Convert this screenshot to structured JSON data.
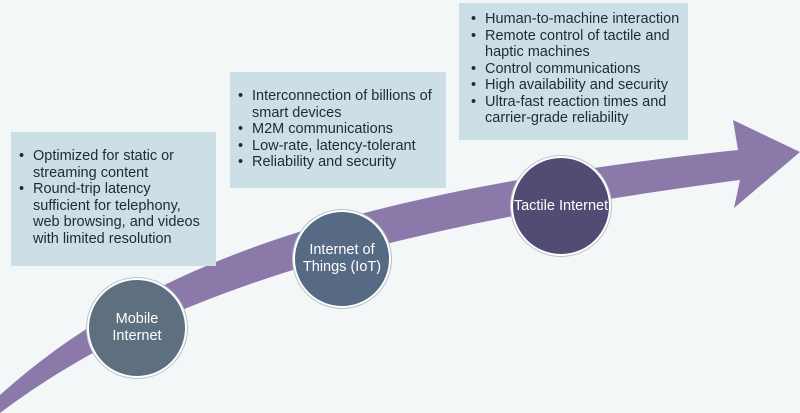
{
  "stages": [
    {
      "name": "Mobile Internet",
      "name_lines": [
        "Mobile",
        "Internet"
      ],
      "bullets": [
        "Optimized for static or streaming content",
        "Round-trip latency sufficient for telephony, web browsing, and videos with limited resolution"
      ]
    },
    {
      "name": "Internet of Things (IoT)",
      "name_lines": [
        "Internet of",
        "Things (IoT)"
      ],
      "bullets": [
        "Interconnection of billions of smart devices",
        "M2M communications",
        "Low-rate, latency-tolerant",
        "Reliability and security"
      ]
    },
    {
      "name": "Tactile Internet",
      "name_lines": [
        "Tactile Internet"
      ],
      "bullets": [
        "Human-to-machine interaction",
        "Remote control of tactile and haptic machines",
        "Control communications",
        "High availability and security",
        "Ultra-fast reaction times and carrier-grade reliability"
      ]
    }
  ],
  "colors": {
    "background": "#f4f7f8",
    "box_fill": "#cddfe6",
    "arrow_fill": "#8b7aa9",
    "mobile_circle": "#5e6f7f",
    "iot_circle": "#566a84",
    "tactile_circle": "#524b74"
  }
}
